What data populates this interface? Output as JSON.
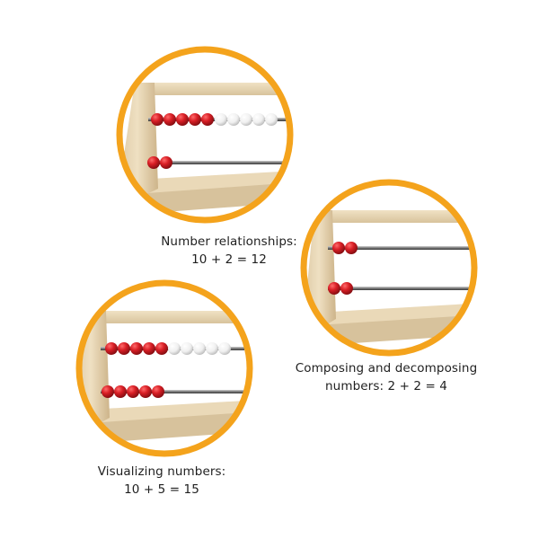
{
  "scene": {
    "background": "#ffffff",
    "ring_color": "#f4a31c",
    "bead_red": "#d41f26",
    "bead_white": "#f4f4f4",
    "frame_color": "#e7d6b6"
  },
  "panels": [
    {
      "caption_line1": "Number relationships:",
      "caption_line2": "10 + 2 = 12",
      "rod_top": {
        "red": 5,
        "white": 5
      },
      "rod_bottom": {
        "red": 2,
        "white": 0
      }
    },
    {
      "caption_line1": "Composing and decomposing",
      "caption_line2": "numbers: 2 + 2 = 4",
      "rod_top": {
        "red": 2,
        "white": 0
      },
      "rod_bottom": {
        "red": 2,
        "white": 0
      }
    },
    {
      "caption_line1": "Visualizing numbers:",
      "caption_line2": "10 + 5 = 15",
      "rod_top": {
        "red": 5,
        "white": 5
      },
      "rod_bottom": {
        "red": 5,
        "white": 0
      }
    }
  ]
}
